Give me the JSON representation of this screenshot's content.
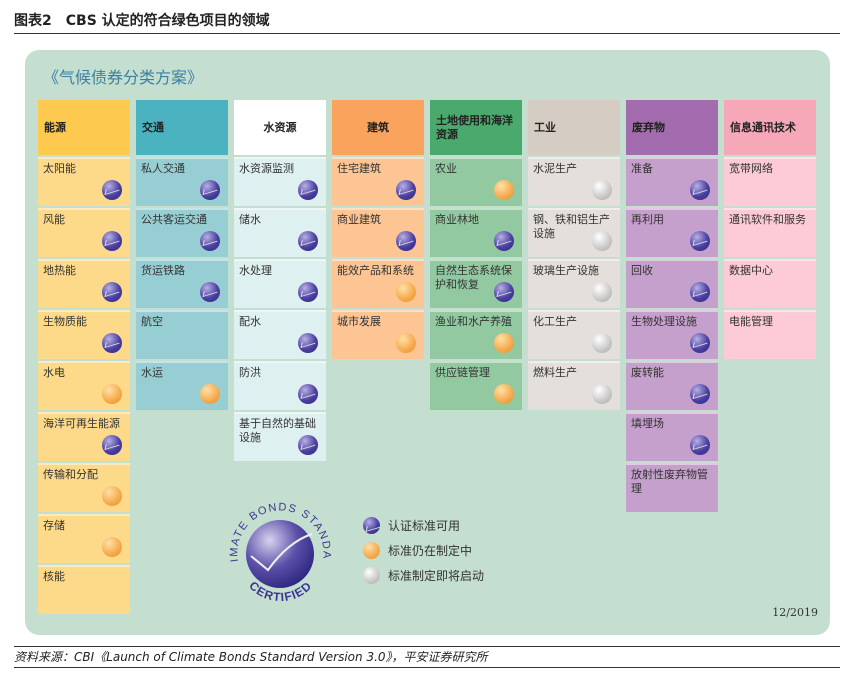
{
  "figure": {
    "label": "图表2",
    "title": "CBS 认定的符合绿色项目的领域"
  },
  "panel_title": "《气候债券分类方案》",
  "colors": {
    "certified": "#3d3593",
    "developing": "#f5a94a",
    "pending": "#bdbdbd",
    "panel_bg": "#c4dfcf"
  },
  "columns": [
    {
      "name": "能源",
      "header_color": "#fdc94e",
      "body_color": "#fdd98a",
      "items": [
        {
          "label": "太阳能",
          "status": "certified"
        },
        {
          "label": "风能",
          "status": "certified"
        },
        {
          "label": "地热能",
          "status": "certified"
        },
        {
          "label": "生物质能",
          "status": "certified"
        },
        {
          "label": "水电",
          "status": "developing"
        },
        {
          "label": "海洋可再生能源",
          "status": "certified"
        },
        {
          "label": "传输和分配",
          "status": "developing"
        },
        {
          "label": "存储",
          "status": "developing"
        },
        {
          "label": "核能",
          "status": "none"
        }
      ]
    },
    {
      "name": "交通",
      "header_color": "#4bb3bf",
      "body_color": "#96ced3",
      "items": [
        {
          "label": "私人交通",
          "status": "certified"
        },
        {
          "label": "公共客运交通",
          "status": "certified"
        },
        {
          "label": "货运铁路",
          "status": "certified"
        },
        {
          "label": "航空",
          "status": "none"
        },
        {
          "label": "水运",
          "status": "developing"
        }
      ]
    },
    {
      "name": "水资源",
      "header_color": "#ffffff",
      "body_color": "#def0ef",
      "center": true,
      "items": [
        {
          "label": "水资源监测",
          "status": "certified"
        },
        {
          "label": "储水",
          "status": "certified"
        },
        {
          "label": "水处理",
          "status": "certified"
        },
        {
          "label": "配水",
          "status": "certified"
        },
        {
          "label": "防洪",
          "status": "certified"
        },
        {
          "label": "基于自然的基础设施",
          "status": "certified"
        }
      ]
    },
    {
      "name": "建筑",
      "header_color": "#f9a35c",
      "body_color": "#fcc593",
      "center": true,
      "items": [
        {
          "label": "住宅建筑",
          "status": "certified"
        },
        {
          "label": "商业建筑",
          "status": "certified"
        },
        {
          "label": "能效产品和系统",
          "status": "developing"
        },
        {
          "label": "城市发展",
          "status": "developing"
        }
      ]
    },
    {
      "name": "土地使用和海洋资源",
      "header_color": "#4aa96d",
      "body_color": "#93c9a1",
      "items": [
        {
          "label": "农业",
          "status": "developing"
        },
        {
          "label": "商业林地",
          "status": "certified"
        },
        {
          "label": "自然生态系统保护和恢复",
          "status": "certified"
        },
        {
          "label": "渔业和水产养殖",
          "status": "developing"
        },
        {
          "label": "供应链管理",
          "status": "developing"
        }
      ]
    },
    {
      "name": "工业",
      "header_color": "#d5cdc4",
      "body_color": "#e4dfda",
      "items": [
        {
          "label": "水泥生产",
          "status": "pending"
        },
        {
          "label": "钢、铁和铝生产设施",
          "status": "pending"
        },
        {
          "label": "玻璃生产设施",
          "status": "pending"
        },
        {
          "label": "化工生产",
          "status": "pending"
        },
        {
          "label": "燃料生产",
          "status": "pending"
        }
      ]
    },
    {
      "name": "废弃物",
      "header_color": "#a26cae",
      "body_color": "#c6a0cc",
      "items": [
        {
          "label": "准备",
          "status": "certified"
        },
        {
          "label": "再利用",
          "status": "certified"
        },
        {
          "label": "回收",
          "status": "certified"
        },
        {
          "label": "生物处理设施",
          "status": "certified"
        },
        {
          "label": "废转能",
          "status": "certified"
        },
        {
          "label": "填埋场",
          "status": "certified"
        },
        {
          "label": "放射性废弃物管理",
          "status": "none"
        }
      ]
    },
    {
      "name": "信息通讯技术",
      "header_color": "#f7a8b8",
      "body_color": "#fccbd5",
      "items": [
        {
          "label": "宽带网络",
          "status": "none"
        },
        {
          "label": "通讯软件和服务",
          "status": "none"
        },
        {
          "label": "数据中心",
          "status": "none"
        },
        {
          "label": "电能管理",
          "status": "none"
        }
      ]
    }
  ],
  "logo": {
    "arc_text": "CLIMATE BONDS STANDARD",
    "bottom_text": "CERTIFIED"
  },
  "legend": [
    {
      "label": "认证标准可用",
      "status": "certified"
    },
    {
      "label": "标准仍在制定中",
      "status": "developing"
    },
    {
      "label": "标准制定即将启动",
      "status": "pending"
    }
  ],
  "date": "12/2019",
  "source": "资料来源：CBI《Launch of Climate Bonds Standard Version 3.0》，平安证券研究所"
}
